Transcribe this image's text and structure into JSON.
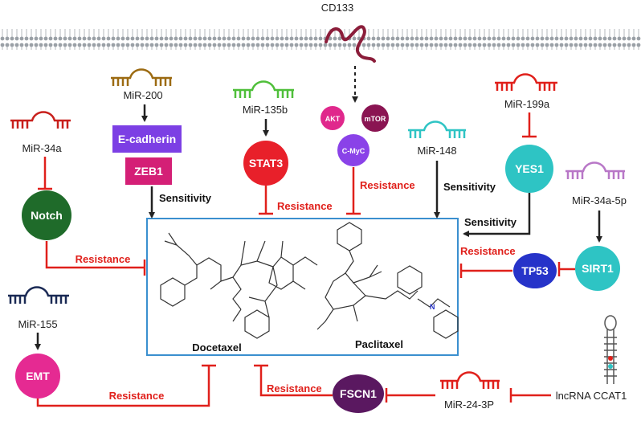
{
  "membrane": {
    "label": "CD133"
  },
  "mirnas": {
    "mir34a": "MiR-34a",
    "mir200": "MiR-200",
    "mir135b": "MiR-135b",
    "mir199a": "MiR-199a",
    "mir148": "MiR-148",
    "mir34a5p": "MiR-34a-5p",
    "mir155": "MiR-155",
    "mir243p": "MiR-24-3P",
    "lncrna": "lncRNA CCAT1"
  },
  "nodes": {
    "notch": "Notch",
    "ecadherin": "E-cadherin",
    "zeb1": "ZEB1",
    "stat3": "STAT3",
    "akt": "AKT",
    "mtor": "mTOR",
    "cmyc": "C-MyC",
    "yes1": "YES1",
    "sirt1": "SIRT1",
    "tp53": "TP53",
    "emt": "EMT",
    "fscn1": "FSCN1"
  },
  "effects": {
    "sensitivity": "Sensitivity",
    "resistance": "Resistance"
  },
  "drugs": {
    "docetaxel": "Docetaxel",
    "paclitaxel": "Paclitaxel"
  },
  "colors": {
    "red": "#e0201b",
    "notch": "#1f6b2a",
    "ecadherin": "#7c3fe4",
    "zeb1": "#d41f76",
    "stat3": "#e8202a",
    "akt": "#e0288c",
    "mtor": "#8a1452",
    "cmyc": "#8a42e8",
    "teal": "#2ec4c4",
    "tp53": "#2633c9",
    "emt": "#e52a92",
    "fscn1": "#5a1860",
    "box": "#3a8fcf"
  }
}
